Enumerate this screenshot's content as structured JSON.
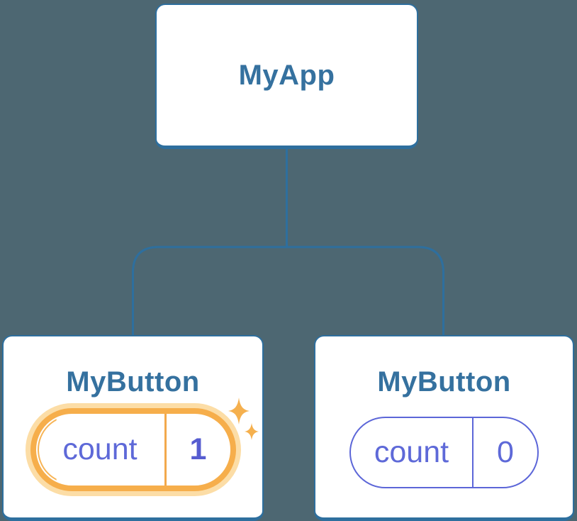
{
  "tree": {
    "root": {
      "label": "MyApp"
    },
    "children": [
      {
        "label": "MyButton",
        "state": {
          "key": "count",
          "value": "1"
        },
        "highlighted": true
      },
      {
        "label": "MyButton",
        "state": {
          "key": "count",
          "value": "0"
        },
        "highlighted": false
      }
    ]
  },
  "icons": {
    "sparkle_large": "sparkle-icon",
    "sparkle_small": "sparkle-icon"
  },
  "colors": {
    "background": "#4d6772",
    "connector": "#2e6f9e",
    "card_border": "#2e6f9e",
    "card_background": "#ffffff",
    "heading_text": "#35719f",
    "state_text": "#5e69d8",
    "state_value_highlight": "#565cd0",
    "highlight_ring": "#f6ae4b",
    "highlight_halo": "#fcdda6",
    "plain_pill_border": "#5c66d8",
    "sparkle": "#f5b04e"
  }
}
